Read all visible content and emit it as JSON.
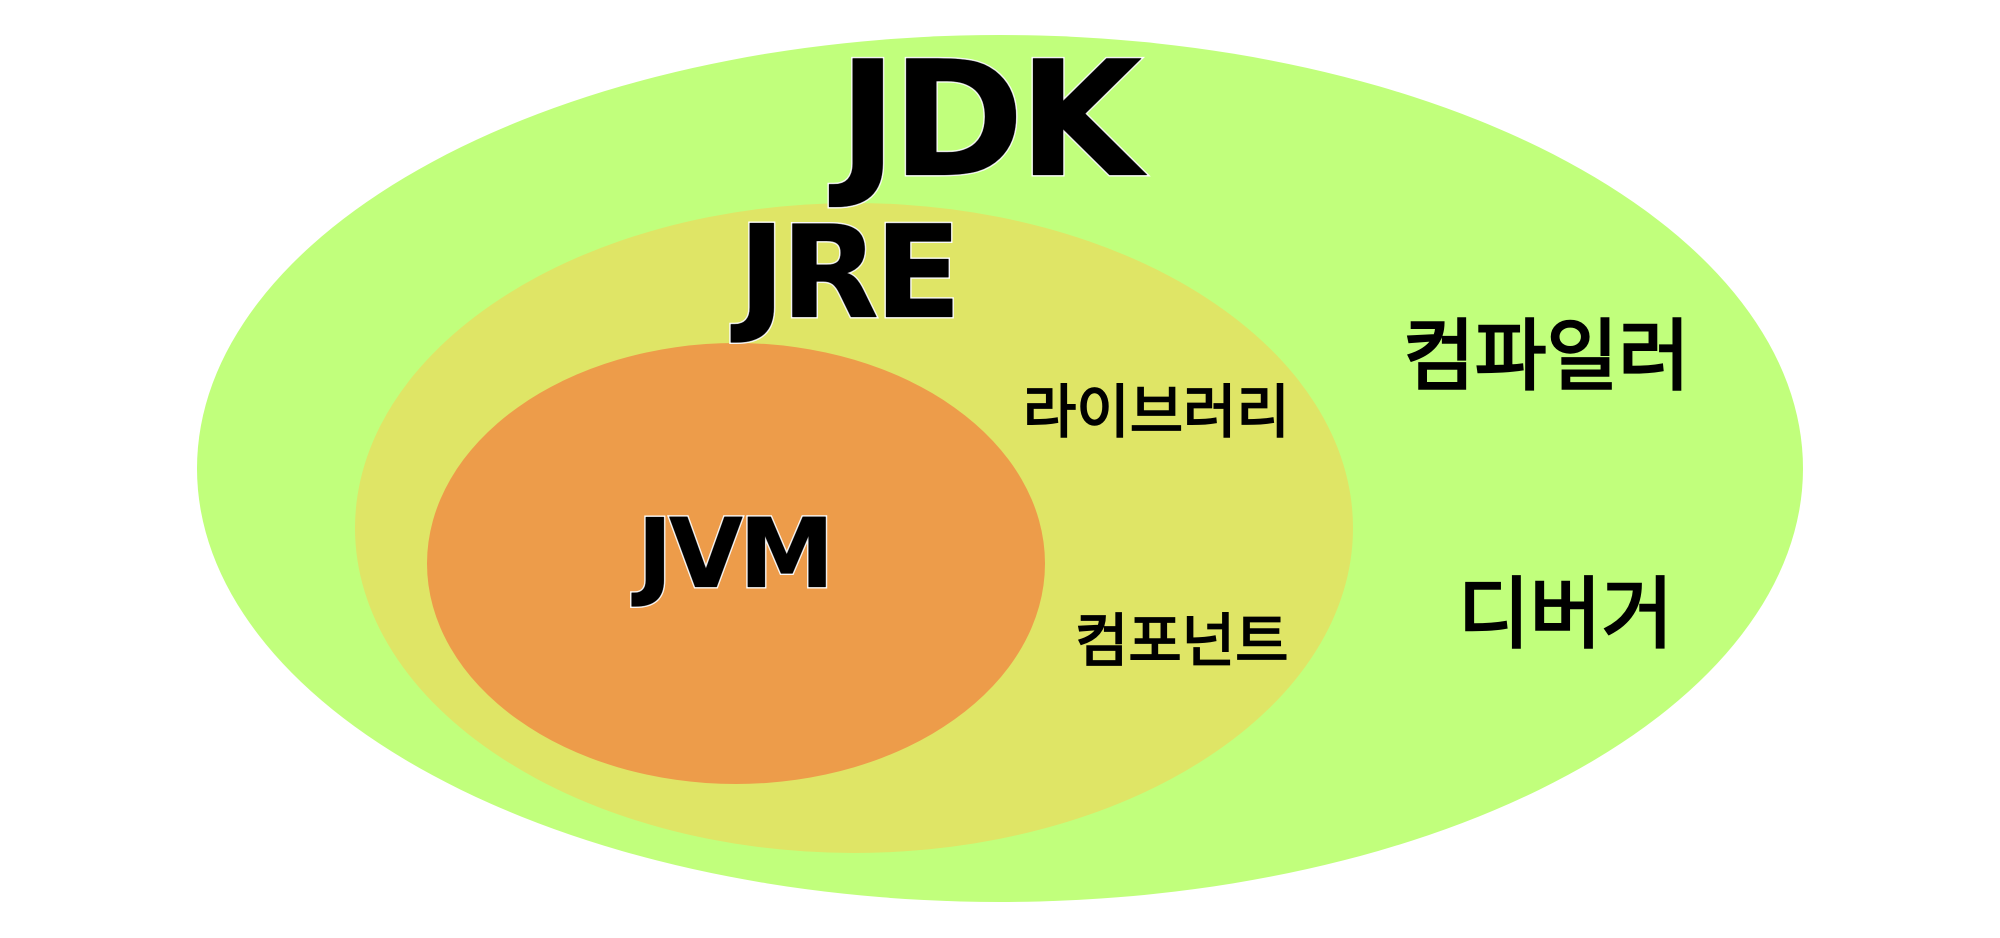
{
  "colors": {
    "jdk": "#c1ff7c",
    "jre": "#dfe566",
    "jvm": "#ed9c4a",
    "text": "#000000",
    "outline": "#ffffff"
  },
  "diagram": {
    "jdk": {
      "title": "JDK",
      "items": [
        "컴파일러",
        "디버거"
      ]
    },
    "jre": {
      "title": "JRE",
      "items": [
        "라이브러리",
        "컴포넌트"
      ]
    },
    "jvm": {
      "title": "JVM"
    }
  }
}
